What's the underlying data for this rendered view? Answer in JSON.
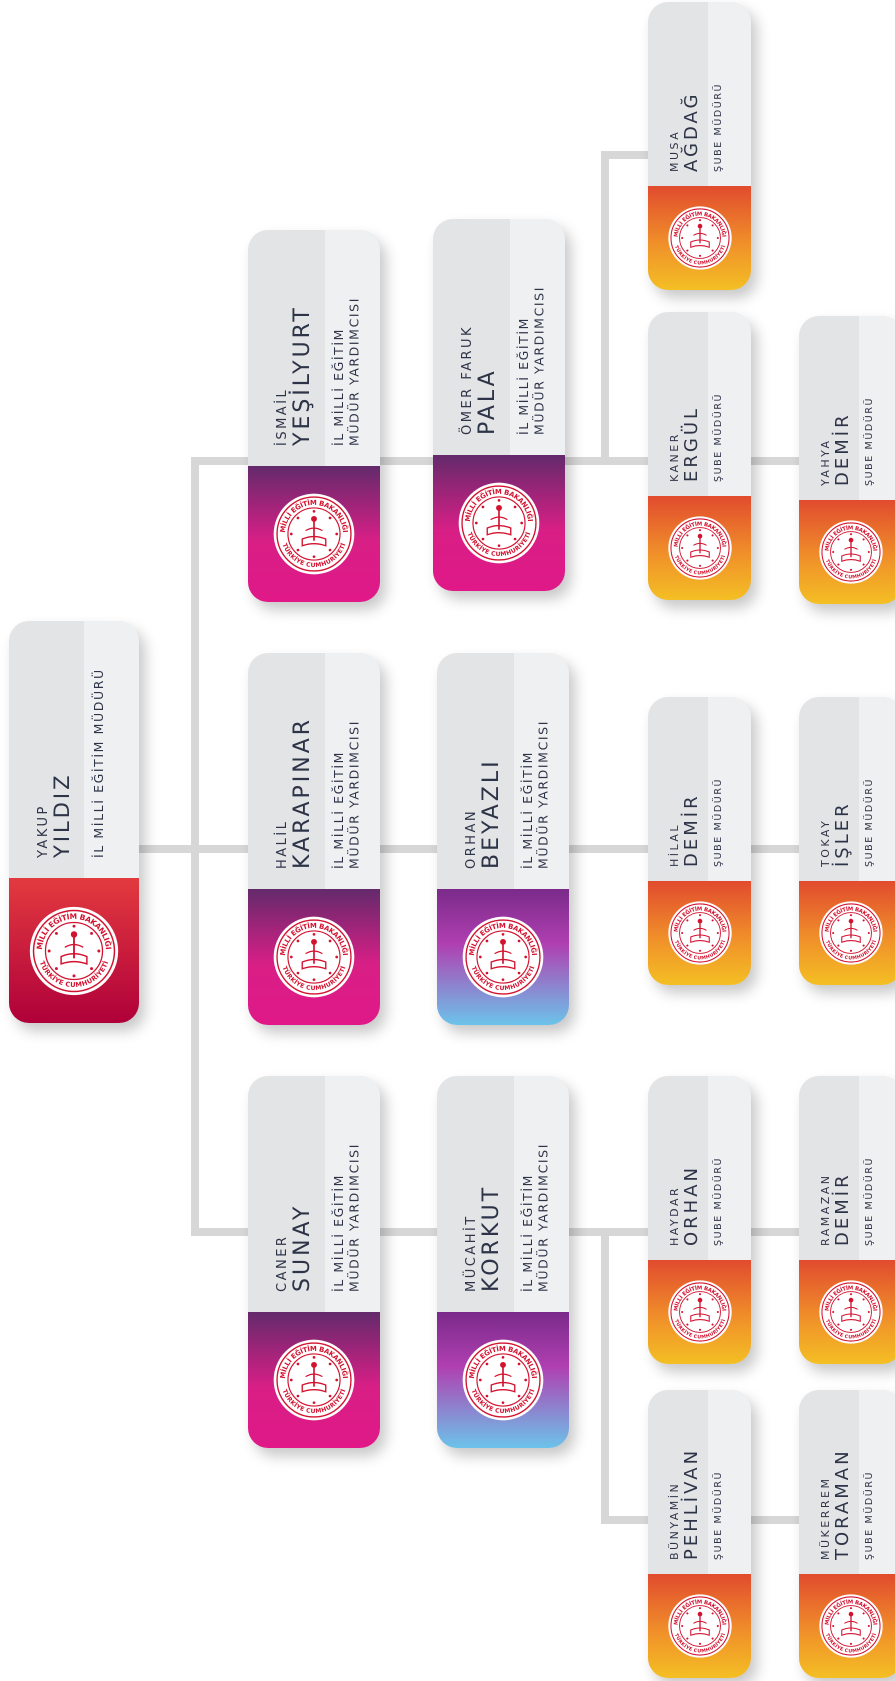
{
  "colors": {
    "connector": "#d7d7d7",
    "card_light": "#e3e4e6",
    "card_lighter": "#eff0f1",
    "text": "#2e3448",
    "seal_red": "#d3122f",
    "grad_director": [
      "#e23a3f",
      "#b0003a"
    ],
    "grad_deputy_a": [
      "#632a6b",
      "#d81f86",
      "#e01888"
    ],
    "grad_deputy_b": [
      "#7a2a8a",
      "#b03fb0",
      "#6cc3ea"
    ],
    "grad_branch": [
      "#e14b2e",
      "#f08f2a",
      "#f4bf24"
    ]
  },
  "seal": {
    "icon": "ministry-seal-icon",
    "top_text": "MİLLİ EĞİTİM BAKANLIĞI",
    "bottom_text": "TÜRKİYE CUMHURİYETİ"
  },
  "people": [
    {
      "first_name": "YAKUP",
      "last_name": "YILDIZ",
      "title_lines": [
        "İL MİLLİ EĞİTİM MÜDÜRÜ"
      ],
      "role": "director"
    },
    {
      "first_name": "İSMAİL",
      "last_name": "YEŞİLYURT",
      "title_lines": [
        "İL MİLLİ EĞİTİM",
        "MÜDÜR YARDIMCISI"
      ],
      "role": "deputy"
    },
    {
      "first_name": "HALİL",
      "last_name": "KARAPINAR",
      "title_lines": [
        "İL MİLLİ EĞİTİM",
        "MÜDÜR YARDIMCISI"
      ],
      "role": "deputy"
    },
    {
      "first_name": "CANER",
      "last_name": "SUNAY",
      "title_lines": [
        "İL MİLLİ EĞİTİM",
        "MÜDÜR YARDIMCISI"
      ],
      "role": "deputy"
    },
    {
      "first_name": "ÖMER FARUK",
      "last_name": "PALA",
      "title_lines": [
        "İL MİLLİ EĞİTİM",
        "MÜDÜR YARDIMCISI"
      ],
      "role": "deputy"
    },
    {
      "first_name": "ORHAN",
      "last_name": "BEYAZLI",
      "title_lines": [
        "İL MİLLİ EĞİTİM",
        "MÜDÜR YARDIMCISI"
      ],
      "role": "deputy"
    },
    {
      "first_name": "MÜCAHİT",
      "last_name": "KORKUT",
      "title_lines": [
        "İL MİLLİ EĞİTİM",
        "MÜDÜR YARDIMCISI"
      ],
      "role": "deputy"
    },
    {
      "first_name": "MUSA",
      "last_name": "AĞDAĞ",
      "title_lines": [
        "ŞUBE MÜDÜRÜ"
      ],
      "role": "branch"
    },
    {
      "first_name": "KANER",
      "last_name": "ERGÜL",
      "title_lines": [
        "ŞUBE MÜDÜRÜ"
      ],
      "role": "branch"
    },
    {
      "first_name": "YAHYA",
      "last_name": "DEMİR",
      "title_lines": [
        "ŞUBE MÜDÜRÜ"
      ],
      "role": "branch"
    },
    {
      "first_name": "HİLAL",
      "last_name": "DEMİR",
      "title_lines": [
        "ŞUBE MÜDÜRÜ"
      ],
      "role": "branch"
    },
    {
      "first_name": "TOKAY",
      "last_name": "İŞLER",
      "title_lines": [
        "ŞUBE MÜDÜRÜ"
      ],
      "role": "branch"
    },
    {
      "first_name": "HAYDAR",
      "last_name": "ORHAN",
      "title_lines": [
        "ŞUBE MÜDÜRÜ"
      ],
      "role": "branch"
    },
    {
      "first_name": "RAMAZAN",
      "last_name": "DEMİR",
      "title_lines": [
        "ŞUBE MÜDÜRÜ"
      ],
      "role": "branch"
    },
    {
      "first_name": "BÜNYAMİN",
      "last_name": "PEHLİVAN",
      "title_lines": [
        "ŞUBE MÜDÜRÜ"
      ],
      "role": "branch"
    },
    {
      "first_name": "MÜKERREM",
      "last_name": "TORAMAN",
      "title_lines": [
        "ŞUBE MÜDÜRÜ"
      ],
      "role": "branch"
    }
  ]
}
